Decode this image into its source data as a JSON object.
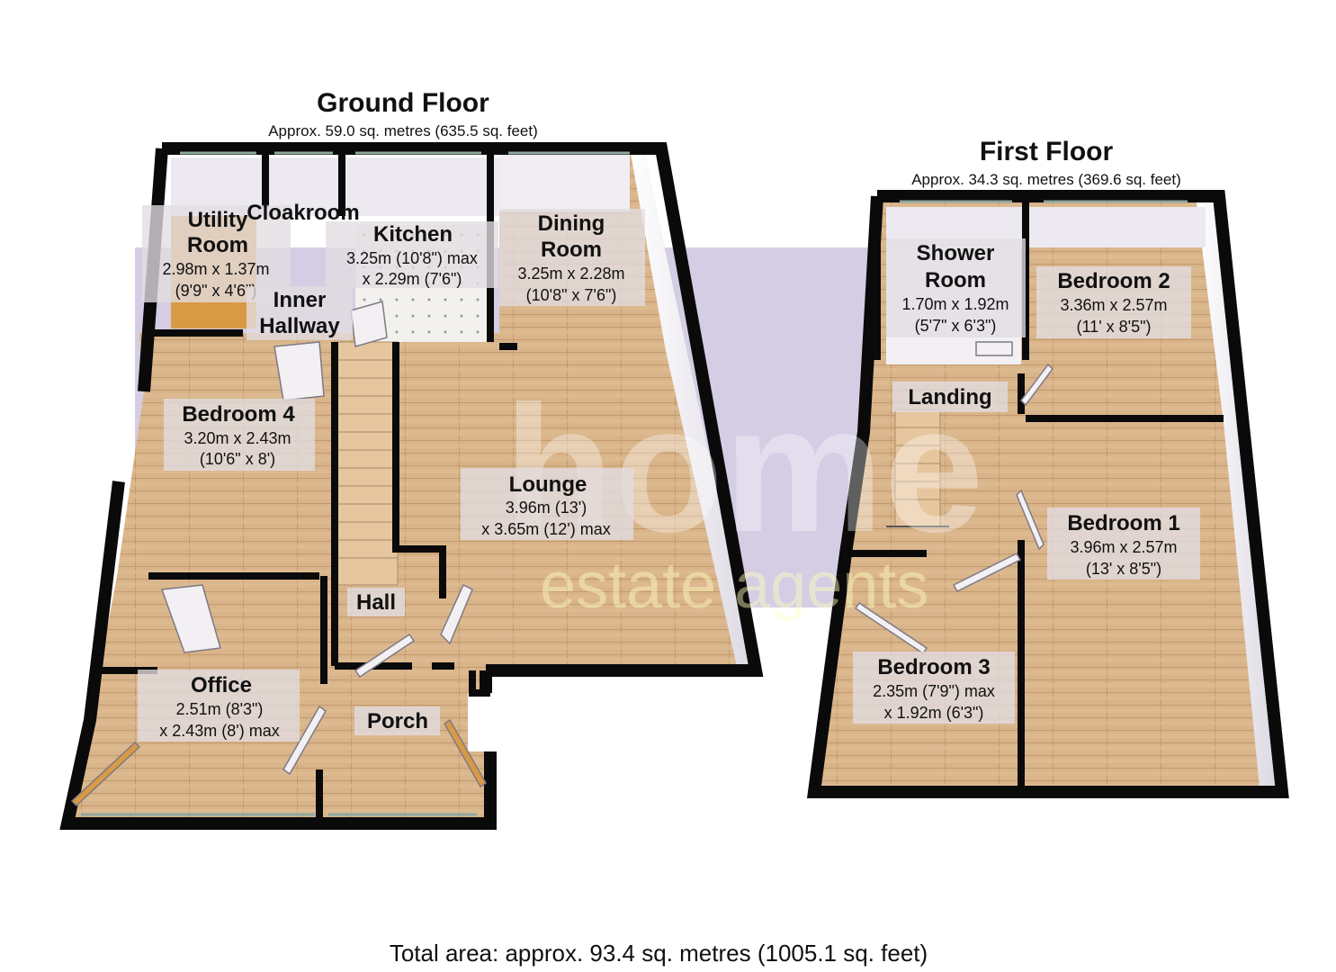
{
  "ground_floor": {
    "title": "Ground Floor",
    "area": "Approx. 59.0 sq. metres (635.5 sq. feet)",
    "rooms": {
      "utility": {
        "name_1": "Utility",
        "name_2": "Room",
        "dim_1": "2.98m x 1.37m",
        "dim_2": "(9'9\" x 4'6\")"
      },
      "cloakroom": {
        "name_1": "Cloakroom"
      },
      "kitchen": {
        "name_1": "Kitchen",
        "dim_1": "3.25m (10'8\") max",
        "dim_2": "x 2.29m (7'6\")"
      },
      "dining": {
        "name_1": "Dining",
        "name_2": "Room",
        "dim_1": "3.25m x 2.28m",
        "dim_2": "(10'8\" x 7'6\")"
      },
      "inner_hallway": {
        "name_1": "Inner",
        "name_2": "Hallway"
      },
      "bedroom4": {
        "name_1": "Bedroom 4",
        "dim_1": "3.20m x 2.43m",
        "dim_2": "(10'6\" x 8')"
      },
      "lounge": {
        "name_1": "Lounge",
        "dim_1": "3.96m (13')",
        "dim_2": "x 3.65m (12') max"
      },
      "hall": {
        "name_1": "Hall"
      },
      "office": {
        "name_1": "Office",
        "dim_1": "2.51m (8'3\")",
        "dim_2": "x 2.43m (8') max"
      },
      "porch": {
        "name_1": "Porch"
      }
    }
  },
  "first_floor": {
    "title": "First Floor",
    "area": "Approx. 34.3 sq. metres (369.6 sq. feet)",
    "rooms": {
      "shower": {
        "name_1": "Shower",
        "name_2": "Room",
        "dim_1": "1.70m x 1.92m",
        "dim_2": "(5'7\" x 6'3\")"
      },
      "bedroom2": {
        "name_1": "Bedroom 2",
        "dim_1": "3.36m x 2.57m",
        "dim_2": "(11' x 8'5\")"
      },
      "landing": {
        "name_1": "Landing"
      },
      "bedroom1": {
        "name_1": "Bedroom 1",
        "dim_1": "3.96m x 2.57m",
        "dim_2": "(13' x 8'5\")"
      },
      "bedroom3": {
        "name_1": "Bedroom 3",
        "dim_1": "2.35m (7'9\") max",
        "dim_2": "x 1.92m (6'3\")"
      }
    }
  },
  "total_area": "Total area: approx. 93.4 sq. metres (1005.1 sq. feet)",
  "watermark": {
    "line_1": "home",
    "line_2": "estate agents"
  },
  "colors": {
    "wall": "#0a0a0a",
    "floor_wood": "#d9b48a",
    "wall_face": "#ece9ef",
    "watermark_panel": "#cfc8e0"
  }
}
